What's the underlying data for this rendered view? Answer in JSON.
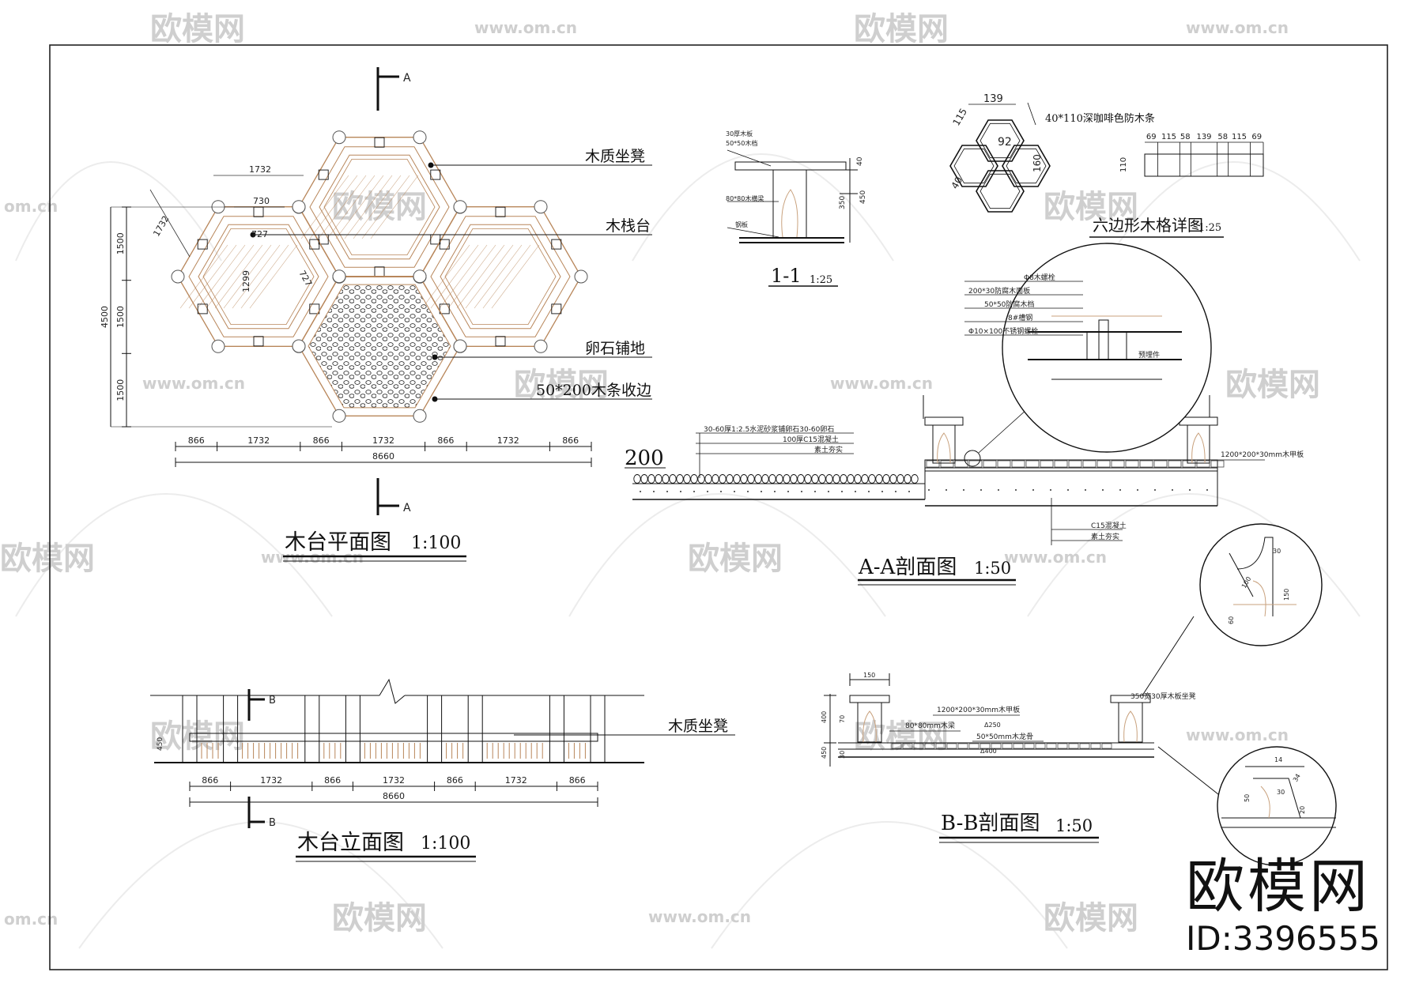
{
  "watermark": {
    "logo_text": "欧模网",
    "url_text": "www.om.cn",
    "short_url": "om.cn"
  },
  "brand": {
    "logo": "欧模网",
    "id_label": "ID:3396555"
  },
  "plan": {
    "title": "木台平面图",
    "scale": "1:100",
    "section_mark": "A",
    "labels": {
      "bench": "木质坐凳",
      "deck": "木栈台",
      "pebble": "卵石铺地",
      "edge": "50*200木条收边"
    },
    "dims_bottom": [
      "866",
      "1732",
      "866",
      "1732",
      "866",
      "1732",
      "866"
    ],
    "dim_total": "8660",
    "dims_left": [
      "1500",
      "1500",
      "1500"
    ],
    "dim_left_total": "4500",
    "dims_inner": [
      "1732",
      "730",
      "1732",
      "727",
      "1299",
      "727"
    ]
  },
  "section11": {
    "title": "1-1",
    "scale": "1:25",
    "notes": [
      "30厚木板",
      "50*50木档",
      "80*80木横梁",
      "钢板"
    ],
    "dims": [
      "40",
      "350",
      "450"
    ]
  },
  "hex_detail": {
    "title": "六边形木格详图",
    "scale": "1:25",
    "note": "40*110深咖啡色防木条",
    "dims": [
      "139",
      "115",
      "92",
      "160",
      "40"
    ],
    "strip_dims": [
      "69",
      "115",
      "58",
      "139",
      "58",
      "115",
      "69"
    ],
    "strip_height": "110"
  },
  "section_aa": {
    "title": "A-A剖面图",
    "scale": "1:50",
    "level_mark": "200",
    "notes_left": [
      "30-60厚1:2.5水泥砂浆铺卵石30-60卵石",
      "100厚C15混凝土",
      "素土夯实"
    ],
    "notes_detail": [
      "Φ8木螺栓",
      "200*30防腐木面板",
      "50*50防腐木档",
      "8#槽钢",
      "Φ10×100不锈钢螺栓"
    ],
    "note_right": "1200*200*30mm木甲板",
    "notes_bottom": [
      "C15混凝土",
      "素土夯实"
    ],
    "detail_label": "预埋件"
  },
  "elevation": {
    "title": "木台立面图",
    "scale": "1:100",
    "section_mark": "B",
    "label_bench": "木质坐凳",
    "dims_bottom": [
      "866",
      "1732",
      "866",
      "1732",
      "866",
      "1732",
      "866"
    ],
    "dim_total": "8660",
    "dim_left": "450"
  },
  "section_bb": {
    "title": "B-B剖面图",
    "scale": "1:50",
    "notes": [
      "80*80mm木梁",
      "1200*200*30mm木甲板",
      "50*50mm木龙骨",
      "350宽30厚木板坐凳"
    ],
    "marks": [
      "Δ250",
      "Δ400"
    ],
    "dims_left": [
      "400",
      "70",
      "450",
      "30"
    ],
    "dims_top": [
      "150"
    ],
    "detail_top_dims": [
      "30",
      "100",
      "150",
      "60"
    ],
    "detail_bottom_dims": [
      "14",
      "34",
      "30",
      "50",
      "20"
    ]
  }
}
